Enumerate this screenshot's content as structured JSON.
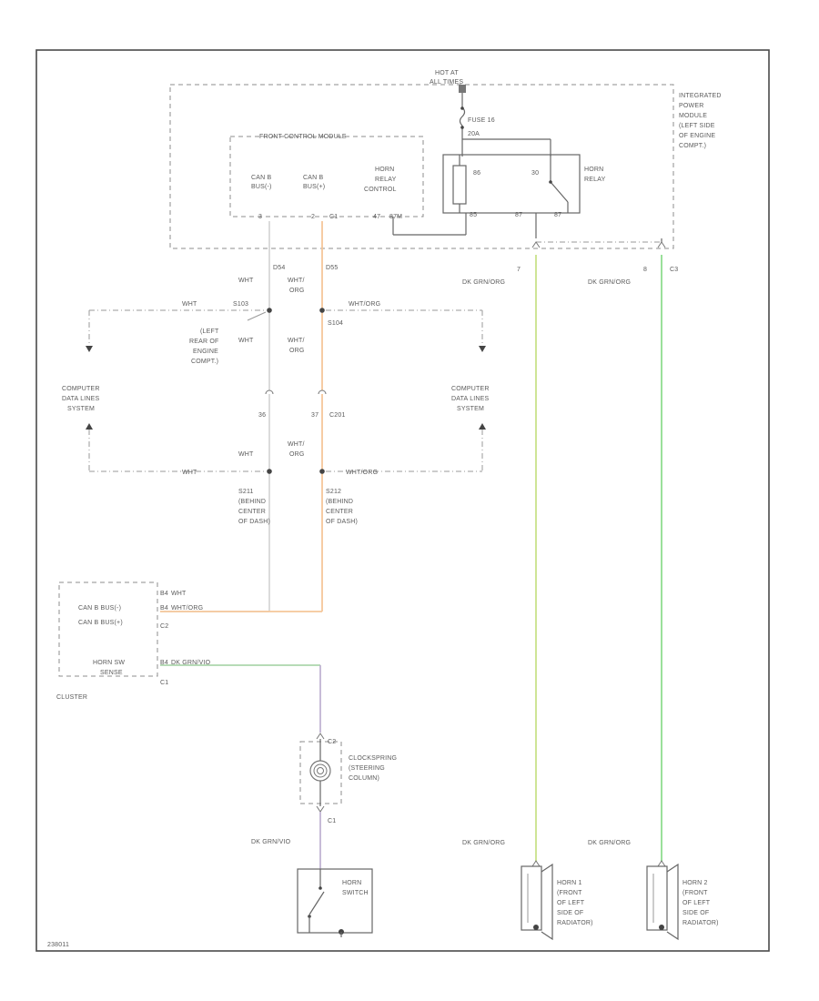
{
  "colors": {
    "frame": "#4a4a4a",
    "wire_white": "#c8c8c8",
    "wire_orange": "#f5c79a",
    "wire_yellow_green": "#c9e28a",
    "wire_green": "#8fdc8f",
    "wire_violet": "#b9aacd",
    "wire_dark": "#666666"
  },
  "labels": {
    "hot_at_all_times": [
      "HOT AT",
      "ALL TIMES"
    ],
    "fuse": [
      "FUSE 16",
      "20A"
    ],
    "ipm": [
      "INTEGRATED",
      "POWER",
      "MODULE",
      "(LEFT SIDE",
      "OF ENGINE",
      "COMPT.)"
    ],
    "fcm_title": "FRONT CONTROL MODULE",
    "fcm_pin_1": [
      "CAN B",
      "BUS(-)"
    ],
    "fcm_pin_2": [
      "CAN B",
      "BUS(+)"
    ],
    "horn_relay_control": [
      "HORN",
      "RELAY",
      "CONTROL"
    ],
    "horn_relay": [
      "HORN",
      "RELAY"
    ],
    "relay_pins": [
      "86",
      "30",
      "85",
      "87"
    ],
    "pin_3": "3",
    "pin_2": "2",
    "c1_fcm": "C1",
    "pin_47": "47",
    "pin_47_code": "87M",
    "pin_87_code": "87",
    "pin_7": "7",
    "pin_8": "8",
    "c3_ipm": "C3",
    "d54": "D54",
    "d55": "D55",
    "wht_1": "WHT",
    "wht_org_1": [
      "WHT/",
      "ORG"
    ],
    "dk_grn_org_1": "DK GRN/ORG",
    "dk_grn_org_2": "DK GRN/ORG",
    "s103": "S103",
    "s103_loc": [
      "(LEFT",
      "REAR OF",
      "ENGINE",
      "COMPT.)"
    ],
    "s104": "S104",
    "wht_left_top": "WHT",
    "wht_org_right_top": "WHT/ORG",
    "wht_2": "WHT",
    "wht_org_2": [
      "WHT/",
      "ORG"
    ],
    "computer_data_left": [
      "COMPUTER",
      "DATA LINES",
      "SYSTEM"
    ],
    "computer_data_right": [
      "COMPUTER",
      "DATA LINES",
      "SYSTEM"
    ],
    "pin_36": "36",
    "pin_37": "37",
    "c201": "C201",
    "wht_3": "WHT",
    "wht_org_3": [
      "WHT/",
      "ORG"
    ],
    "wht_left_bot": "WHT",
    "wht_org_right_bot": "WHT/ORG",
    "s211": [
      "S211",
      "(BEHIND",
      "CENTER",
      "OF DASH)"
    ],
    "s212": [
      "S212",
      "(BEHIND",
      "CENTER",
      "OF DASH)"
    ],
    "cluster_pin_a": "B4",
    "cluster_wire_a": "WHT",
    "cluster_label_a": "CAN B BUS(-)",
    "cluster_pin_b": "B4",
    "cluster_wire_b": "WHT/ORG",
    "cluster_label_b": "CAN B BUS(+)",
    "c2_cluster": "C2",
    "cluster_pin_c": "B4",
    "cluster_wire_c": "DK GRN/VIO",
    "cluster_label_c": [
      "HORN SW",
      "SENSE"
    ],
    "c1_cluster": "C1",
    "cluster": "CLUSTER",
    "c2_clock": "C2",
    "clockspring": [
      "CLOCKSPRING",
      "(STEERING",
      "COLUMN)"
    ],
    "c1_clock": "C1",
    "dk_grn_vio": "DK GRN/VIO",
    "horn_switch": [
      "HORN",
      "SWITCH"
    ],
    "dk_grn_org_3": "DK GRN/ORG",
    "dk_grn_org_4": "DK GRN/ORG",
    "horn_1": [
      "HORN 1",
      "(FRONT",
      "OF LEFT",
      "SIDE OF",
      "RADIATOR)"
    ],
    "horn_2": [
      "HORN 2",
      "(FRONT",
      "OF LEFT",
      "SIDE OF",
      "RADIATOR)"
    ],
    "figure_id": "238011"
  }
}
